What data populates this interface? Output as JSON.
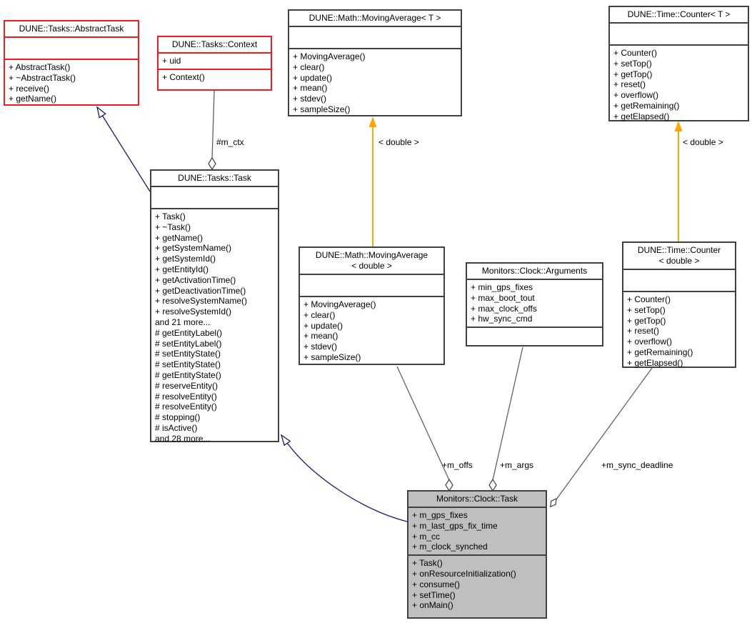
{
  "diagram": {
    "type": "uml-collaboration-diagram",
    "main_class": "Monitors::Clock::Task"
  },
  "colors": {
    "undocumented_class_border": "#f21b1b",
    "documented_class_border": "#404040",
    "main_class_fill": "#bfbfbf",
    "inheritance_edge": "#191970",
    "template_instance_edge": "#ffa500",
    "usage_edge": "#606060"
  },
  "classes": {
    "abstract_task": {
      "title": "DUNE::Tasks::AbstractTask",
      "attributes": [],
      "methods": [
        "+ AbstractTask()",
        "+ ~AbstractTask()",
        "+ receive()",
        "+ getName()"
      ]
    },
    "context": {
      "title": "DUNE::Tasks::Context",
      "attributes": [
        "+ uid"
      ],
      "methods": [
        "+ Context()"
      ]
    },
    "moving_average_t": {
      "title": "DUNE::Math::MovingAverage< T >",
      "attributes": [],
      "methods": [
        "+ MovingAverage()",
        "+ clear()",
        "+ update()",
        "+ mean()",
        "+ stdev()",
        "+ sampleSize()"
      ]
    },
    "counter_t": {
      "title": "DUNE::Time::Counter< T >",
      "attributes": [],
      "methods": [
        "+ Counter()",
        "+ setTop()",
        "+ getTop()",
        "+ reset()",
        "+ overflow()",
        "+ getRemaining()",
        "+ getElapsed()"
      ]
    },
    "task": {
      "title": "DUNE::Tasks::Task",
      "attributes": [],
      "methods": [
        "+ Task()",
        "+ ~Task()",
        "+ getName()",
        "+ getSystemName()",
        "+ getSystemId()",
        "+ getEntityId()",
        "+ getActivationTime()",
        "+ getDeactivationTime()",
        "+ resolveSystemName()",
        "+ resolveSystemId()",
        "and 21 more...",
        "# getEntityLabel()",
        "# setEntityLabel()",
        "# setEntityState()",
        "# setEntityState()",
        "# getEntityState()",
        "# reserveEntity()",
        "# resolveEntity()",
        "# resolveEntity()",
        "# stopping()",
        "# isActive()",
        "and 28 more..."
      ]
    },
    "moving_average_double": {
      "title": "DUNE::Math::MovingAverage\n< double >",
      "attributes": [],
      "methods": [
        "+ MovingAverage()",
        "+ clear()",
        "+ update()",
        "+ mean()",
        "+ stdev()",
        "+ sampleSize()"
      ]
    },
    "arguments": {
      "title": "Monitors::Clock::Arguments",
      "attributes": [
        "+ min_gps_fixes",
        "+ max_boot_tout",
        "+ max_clock_offs",
        "+ hw_sync_cmd"
      ],
      "methods": []
    },
    "counter_double": {
      "title": "DUNE::Time::Counter\n< double >",
      "attributes": [],
      "methods": [
        "+ Counter()",
        "+ setTop()",
        "+ getTop()",
        "+ reset()",
        "+ overflow()",
        "+ getRemaining()",
        "+ getElapsed()"
      ]
    },
    "clock_task": {
      "title": "Monitors::Clock::Task",
      "attributes": [
        "+ m_gps_fixes",
        "+ m_last_gps_fix_time",
        "+ m_cc",
        "+ m_clock_synched"
      ],
      "methods": [
        "+ Task()",
        "+ onResourceInitialization()",
        "+ consume()",
        "+ setTime()",
        "+ onMain()"
      ]
    }
  },
  "edge_labels": {
    "m_ctx": "#m_ctx",
    "template_double_left": "< double >",
    "template_double_right": "< double >",
    "m_offs": "+m_offs",
    "m_args": "+m_args",
    "m_sync_deadline": "+m_sync_deadline"
  }
}
